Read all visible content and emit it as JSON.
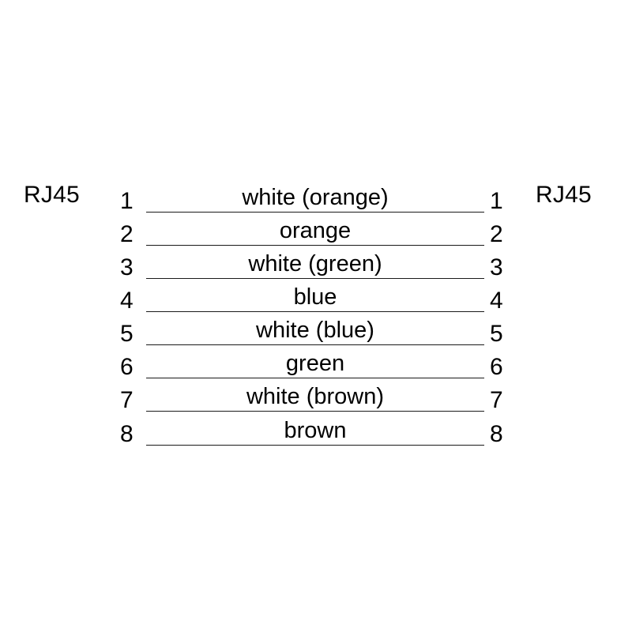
{
  "diagram": {
    "left_connector": "RJ45",
    "right_connector": "RJ45",
    "wires": [
      {
        "pin_left": "1",
        "pin_right": "1",
        "label": "white (orange)"
      },
      {
        "pin_left": "2",
        "pin_right": "2",
        "label": "orange"
      },
      {
        "pin_left": "3",
        "pin_right": "3",
        "label": "white (green)"
      },
      {
        "pin_left": "4",
        "pin_right": "4",
        "label": "blue"
      },
      {
        "pin_left": "5",
        "pin_right": "5",
        "label": "white (blue)"
      },
      {
        "pin_left": "6",
        "pin_right": "6",
        "label": "green"
      },
      {
        "pin_left": "7",
        "pin_right": "7",
        "label": "white (brown)"
      },
      {
        "pin_left": "8",
        "pin_right": "8",
        "label": "brown"
      }
    ],
    "colors": {
      "background": "#ffffff",
      "line": "#1a1a1a",
      "text": "#000000"
    }
  }
}
